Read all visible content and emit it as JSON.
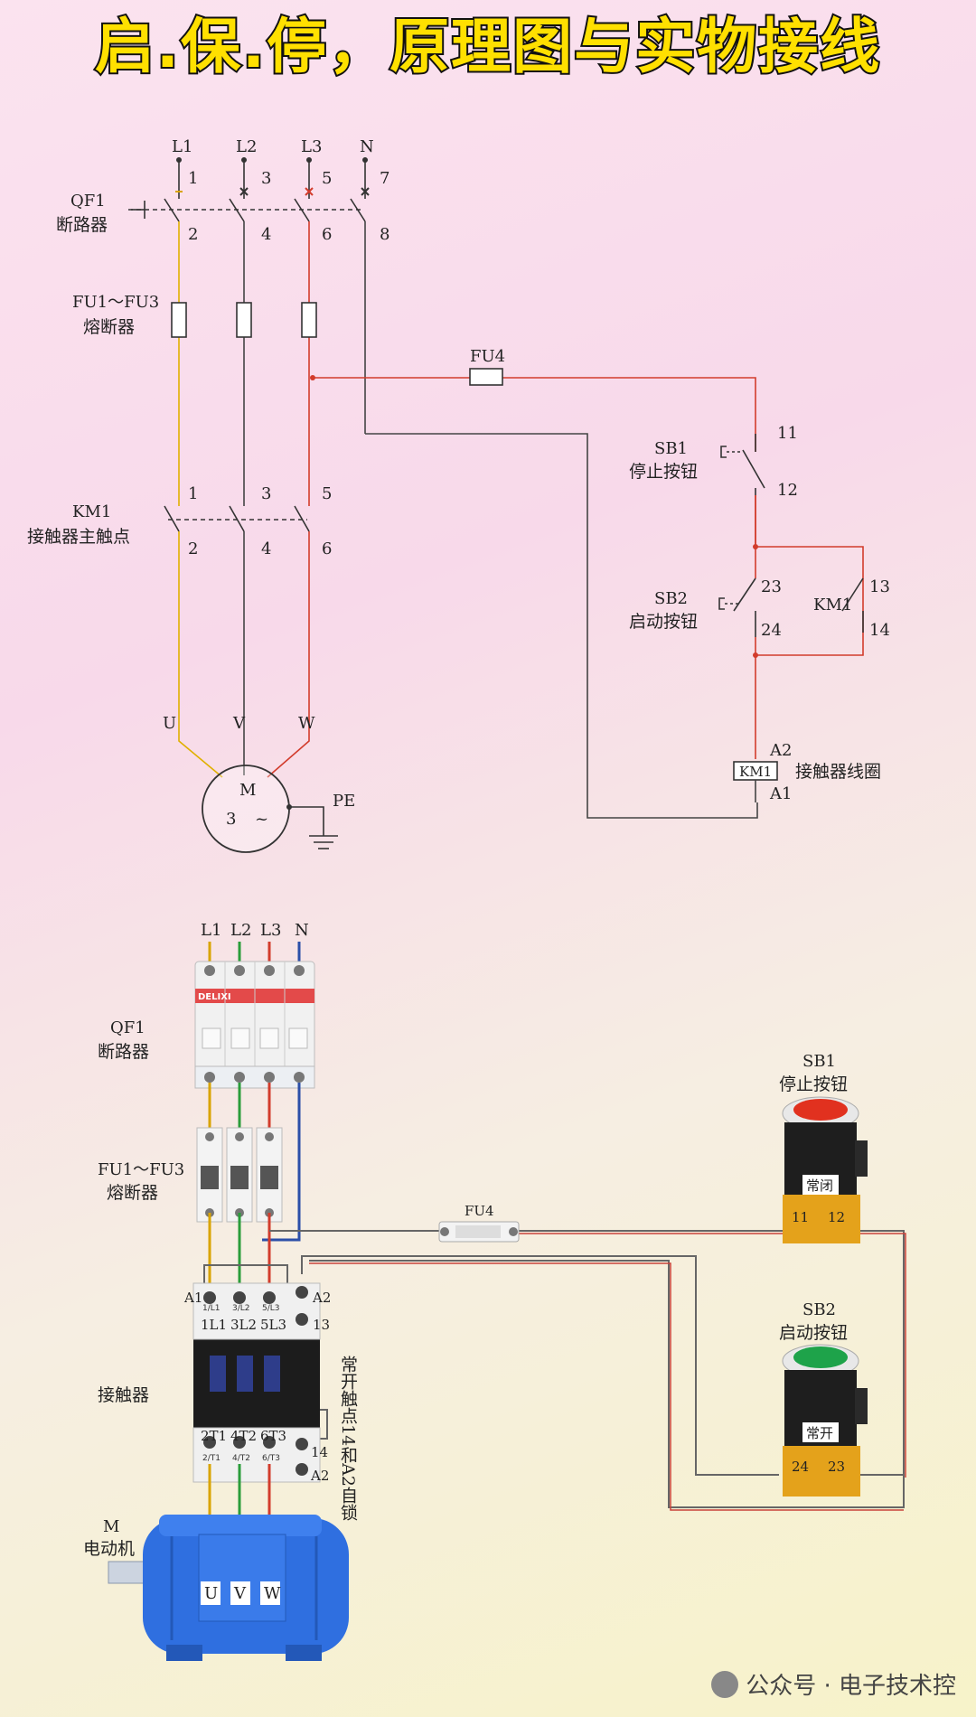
{
  "title": "启.保.停，原理图与实物接线",
  "schematic": {
    "lines": [
      "L1",
      "L2",
      "L3",
      "N"
    ],
    "qf1_top": [
      "1",
      "3",
      "5",
      "7"
    ],
    "qf1_bot": [
      "2",
      "4",
      "6",
      "8"
    ],
    "qf1_code": "QF1",
    "qf1_name": "断路器",
    "fu_code": "FU1～FU3",
    "fu_name": "熔断器",
    "fu4": "FU4",
    "sb1_code": "SB1",
    "sb1_name": "停止按钮",
    "sb1_t1": "11",
    "sb1_t2": "12",
    "km1_code": "KM1",
    "km1_name": "接触器主触点",
    "km_top": [
      "1",
      "3",
      "5"
    ],
    "km_bot": [
      "2",
      "4",
      "6"
    ],
    "sb2_code": "SB2",
    "sb2_name": "启动按钮",
    "sb2_t1": "23",
    "sb2_t2": "24",
    "km1_aux": "KM1",
    "aux_t1": "13",
    "aux_t2": "14",
    "uvw": [
      "U",
      "V",
      "W"
    ],
    "motor_m": "M",
    "motor_3": "3",
    "motor_tilde": "~",
    "pe": "PE",
    "coil_a2": "A2",
    "coil_box": "KM1",
    "coil_name": "接触器线圈",
    "coil_a1": "A1"
  },
  "wiring": {
    "lines": [
      "L1",
      "L2",
      "L3",
      "N"
    ],
    "breaker_brand": "DELIXI",
    "qf1_code": "QF1",
    "qf1_name": "断路器",
    "fu_code": "FU1～FU3",
    "fu_name": "熔断器",
    "fu4": "FU4",
    "contactor_name": "接触器",
    "top_labels": [
      "1L1",
      "3L2",
      "5L3"
    ],
    "top_small": [
      "1/L1",
      "3/L2",
      "5/L3"
    ],
    "bot_labels": [
      "2T1",
      "4T2",
      "6T3"
    ],
    "bot_small": [
      "2/T1",
      "4/T2",
      "6/T3"
    ],
    "a1": "A1",
    "a2": "A2",
    "t13": "13",
    "t14": "14",
    "note": "常开触点14和A2自锁",
    "motor_code": "M",
    "motor_name": "电动机",
    "uvw": [
      "U",
      "V",
      "W"
    ],
    "sb1_code": "SB1",
    "sb1_name": "停止按钮",
    "sb1_plate": "常闭",
    "sb1_terms": [
      "11",
      "12"
    ],
    "sb2_code": "SB2",
    "sb2_name": "启动按钮",
    "sb2_plate": "常开",
    "sb2_terms": [
      "24",
      "23"
    ]
  },
  "watermark": "公众号 · 电子技术控",
  "colors": {
    "l1": "#d9a400",
    "l2": "#2a9d3a",
    "l3": "#d23c2c",
    "n": "#2c4fa8",
    "wire": "#555555",
    "title_fill": "#ffe000"
  }
}
